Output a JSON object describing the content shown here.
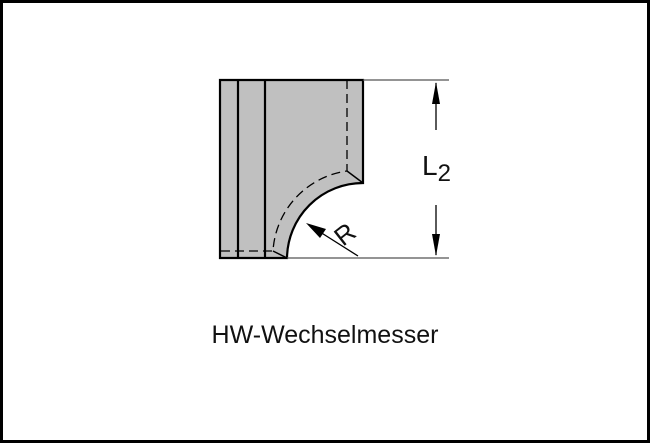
{
  "diagram": {
    "caption": "HW-Wechselmesser",
    "dimension_label": "L",
    "dimension_subscript": "2",
    "radius_label": "R",
    "colors": {
      "fill": "#c0c0c0",
      "stroke": "#000000",
      "frame": "#000000",
      "background": "#ffffff"
    }
  }
}
